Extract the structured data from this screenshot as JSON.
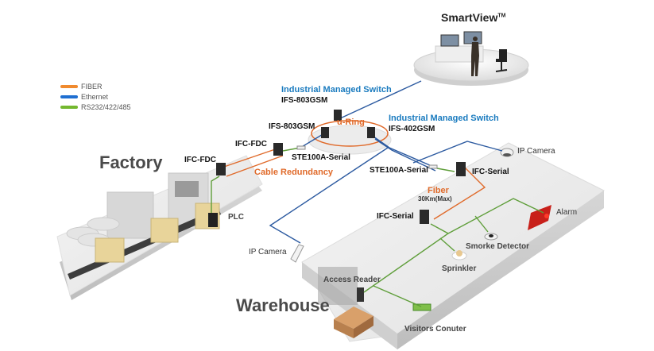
{
  "legend": [
    {
      "label": "FIBER",
      "color": "#f08a2e"
    },
    {
      "label": "Ethernet",
      "color": "#1f6fd1"
    },
    {
      "label": "RS232/422/485",
      "color": "#74b82f"
    }
  ],
  "colors": {
    "fiber": "#e06a2a",
    "ethernet": "#2c5aa0",
    "serial": "#5f9e3a",
    "switch_title": "#1a7bbf",
    "area_title": "#4a4a4a"
  },
  "smartview": {
    "title": "SmartView",
    "trademark": "TM"
  },
  "switches": {
    "top_title": "Industrial Managed Switch",
    "top_model": "IFS-803GSM",
    "left_model": "IFS-803GSM",
    "right_title": "Industrial Managed Switch",
    "right_model": "IFS-402GSM",
    "ring_label": "u-Ring"
  },
  "factory": {
    "title": "Factory",
    "ifc_fdc_upper": "IFC-FDC",
    "ifc_fdc_lower": "IFC-FDC",
    "cable_redundancy": "Cable Redundancy",
    "ste_serial": "STE100A-Serial",
    "plc": "PLC"
  },
  "warehouse": {
    "title": "Warehouse",
    "ste_serial": "STE100A-Serial",
    "ip_camera_top": "IP Camera",
    "ip_camera_left": "IP Camera",
    "ifc_serial_upper": "IFC-Serial",
    "ifc_serial_lower": "IFC-Serial",
    "fiber_label": "Fiber",
    "fiber_distance": "30Km(Max)",
    "alarm": "Alarm",
    "smoke_detector": "Smorke Detector",
    "sprinkler": "Sprinkler",
    "access_reader": "Access Reader",
    "visitors_counter": "Visitors Conuter"
  }
}
